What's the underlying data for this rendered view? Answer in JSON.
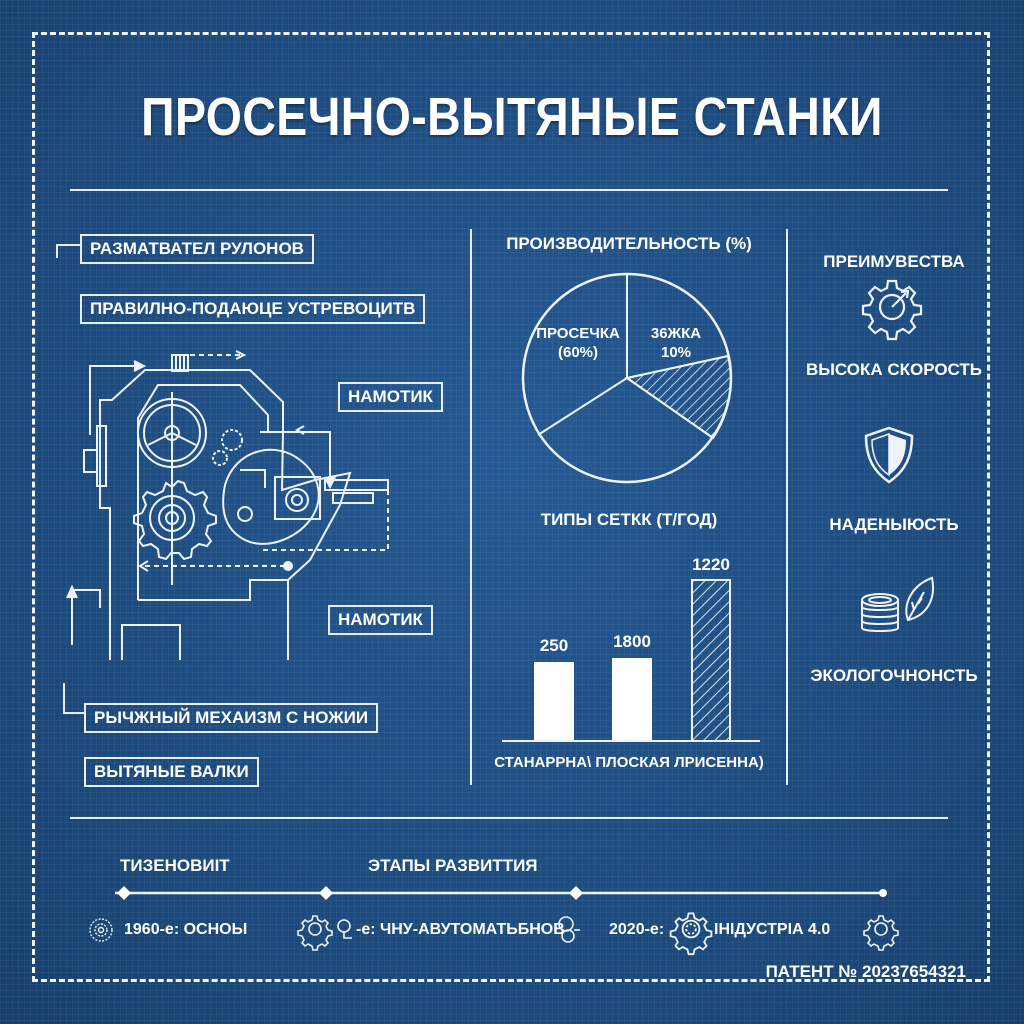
{
  "header": {
    "title": "ПРОСЕЧНО-ВЫТЯНЫЕ СТАНКИ"
  },
  "diagram": {
    "labels": [
      {
        "id": "uncoiler",
        "text": "РАЗМАТВАТЕЛ РУЛОНОВ"
      },
      {
        "id": "straightener",
        "text": "ПРАВИЛНО-ПОДАЮЦЕ УСТРЕВОЦИТВ"
      },
      {
        "id": "winder-top",
        "text": "НАМОТИК"
      },
      {
        "id": "winder-bottom",
        "text": "НАМОТИК"
      },
      {
        "id": "lever-mechanism",
        "text": "РЫЧЖНЫЙ МЕХАИЗМ С НОЖИИ"
      },
      {
        "id": "drawing-rolls",
        "text": "ВЫТЯНЫЕ ВАЛКИ"
      }
    ]
  },
  "pie": {
    "title": "ПРОИЗВОДИТЕЛЬНОСТЬ (%)",
    "slice_1_name": "ПРОСЕЧКА",
    "slice_1_value": "(60%)",
    "slice_2_name": "36ЖКА",
    "slice_2_value": "10%"
  },
  "bars": {
    "title": "ТИПЫ СЕТКК (Т/ГОД)",
    "values": [
      "250",
      "1800",
      "1220"
    ],
    "axis_label": "СТАНАРРНА\\ ПЛОСКАЯ ЛРИСЕННА)"
  },
  "advantages": {
    "title": "ПРЕИМУВЕСТВА",
    "items": [
      {
        "label": "ВЫСОКА СКОРОСТЬ",
        "icon": "gear-speed-icon"
      },
      {
        "label": "НАДЕНЫЮСТЬ",
        "icon": "shield-icon"
      },
      {
        "label": "ЭКОЛОГОЧНОНСТЬ",
        "icon": "coins-leaf-icon"
      }
    ]
  },
  "timeline": {
    "heading_left": "ТИЗЕНОВИIТ",
    "heading_center": "ЭТАПЫ РАЗВИТТИЯ",
    "items": [
      {
        "text": "1960-е: ОСНОЫ"
      },
      {
        "text": "-е: ЧНУ-АВУТОМАТЬБНОВ"
      },
      {
        "text": "2020-е:"
      },
      {
        "text": "IНIДУСТРIА 4.0"
      }
    ]
  },
  "footer": {
    "patent": "ПАТЕНТ № 20237654321"
  },
  "colors": {
    "background": "#1e4d82",
    "line": "#e8eef5"
  },
  "chart_data": [
    {
      "type": "pie",
      "title": "ПРОИЗВОДИТЕЛЬНОСТЬ (%)",
      "categories": [
        "ПРОСЕЧКА",
        "36ЖКА",
        "(unlabeled)",
        "(unlabeled, hatched)"
      ],
      "values": [
        60,
        10,
        20,
        10
      ],
      "labels_shown": [
        "ПРОСЕЧКА (60%)",
        "36ЖКА 10%"
      ],
      "legend": "none"
    },
    {
      "type": "bar",
      "title": "ТИПЫ СЕТКК (Т/ГОД)",
      "categories": [
        "СТАНАРРНА\\",
        "ПЛОСКАЯ",
        "ЛРИСЕННА)"
      ],
      "values": [
        250,
        1800,
        1220
      ],
      "xlabel": "СТАНАРРНА\\ ПЛОСКАЯ ЛРИСЕННА)",
      "ylabel": "",
      "grid": false,
      "note": "third bar hatched; bar heights drawn non-proportionally in source"
    }
  ]
}
